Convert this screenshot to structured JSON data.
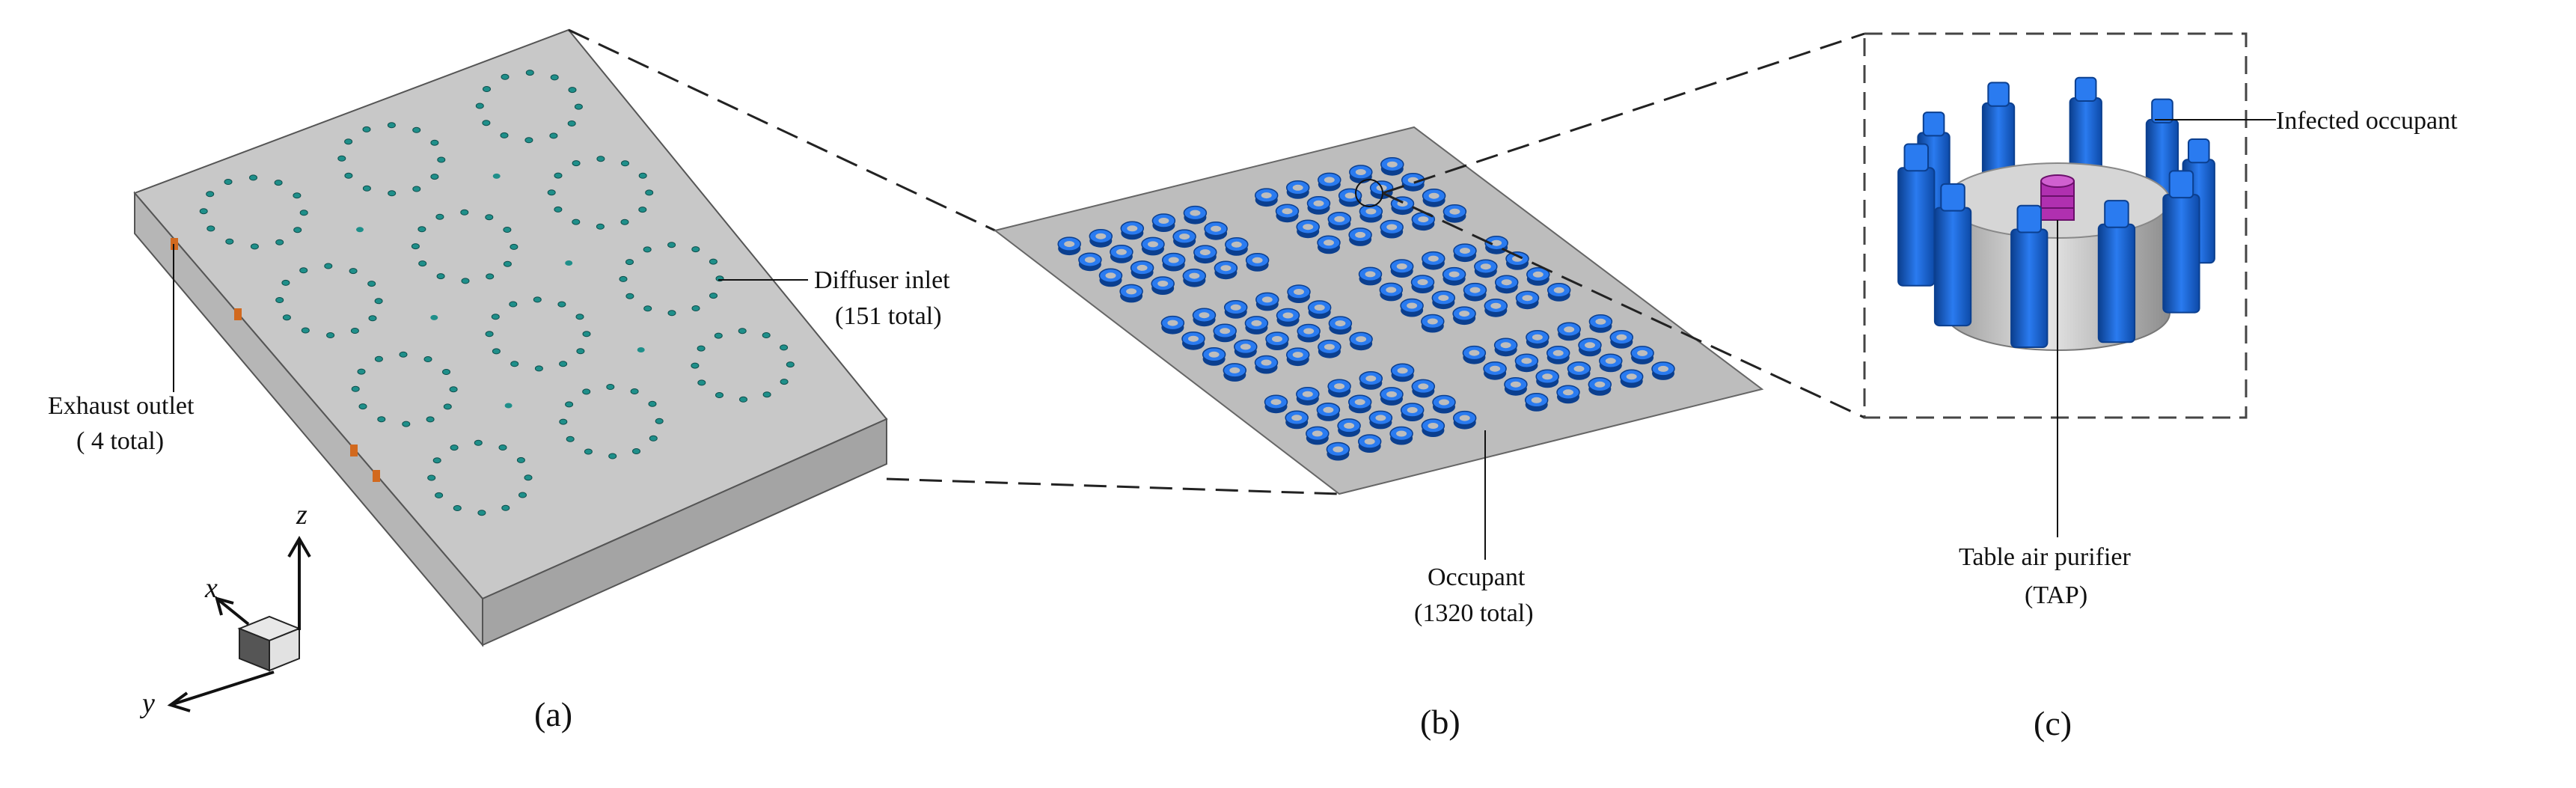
{
  "panels": [
    {
      "id": "a",
      "caption": "(a)"
    },
    {
      "id": "b",
      "caption": "(b)"
    },
    {
      "id": "c",
      "caption": "(c)"
    }
  ],
  "labels": {
    "diffuser_inlet": {
      "line1": "Diffuser inlet",
      "line2": "(151 total)"
    },
    "exhaust_outlet": {
      "line1": "Exhaust outlet",
      "line2": "( 4 total)"
    },
    "occupant": {
      "line1": "Occupant",
      "line2": "(1320 total)"
    },
    "infected_occupant": {
      "line1": "Infected occupant"
    },
    "tap": {
      "line1": "Table air purifier",
      "line2": "(TAP)"
    }
  },
  "axes": {
    "x": "x",
    "y": "y",
    "z": "z"
  },
  "colors": {
    "slab_top": "#c8c8c8",
    "slab_front": "#bdbdbd",
    "slab_side": "#a8a8a8",
    "diffuser": "#1f8f8a",
    "exhaust": "#d2691e",
    "occupant_blue": "#1565d8",
    "occupant_dark": "#0b3f8f",
    "table": "#c9c9c9",
    "purifier": "#b030b0"
  },
  "icons": [
    "axis-cube-icon"
  ]
}
